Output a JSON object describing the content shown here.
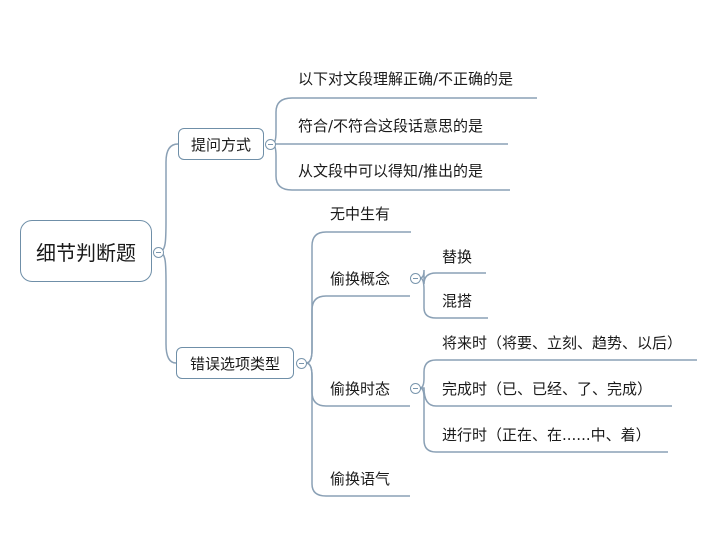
{
  "root": {
    "label": "细节判断题"
  },
  "branches": [
    {
      "label": "提问方式",
      "children": [
        {
          "label": "以下对文段理解正确/不正确的是"
        },
        {
          "label": "符合/不符合这段话意思的是"
        },
        {
          "label": "从文段中可以得知/推出的是"
        }
      ]
    },
    {
      "label": "错误选项类型",
      "children": [
        {
          "label": "无中生有"
        },
        {
          "label": "偷换概念",
          "children": [
            {
              "label": "替换"
            },
            {
              "label": "混搭"
            }
          ]
        },
        {
          "label": "偷换时态",
          "children": [
            {
              "label": "将来时（将要、立刻、趋势、以后）"
            },
            {
              "label": "完成时（已、已经、了、完成）"
            },
            {
              "label": "进行时（正在、在......中、着）"
            }
          ]
        },
        {
          "label": "偷换语气"
        }
      ]
    }
  ],
  "colors": {
    "line": "#8aa0b5",
    "border": "#6f8fa8",
    "text": "#1a1a1a"
  }
}
